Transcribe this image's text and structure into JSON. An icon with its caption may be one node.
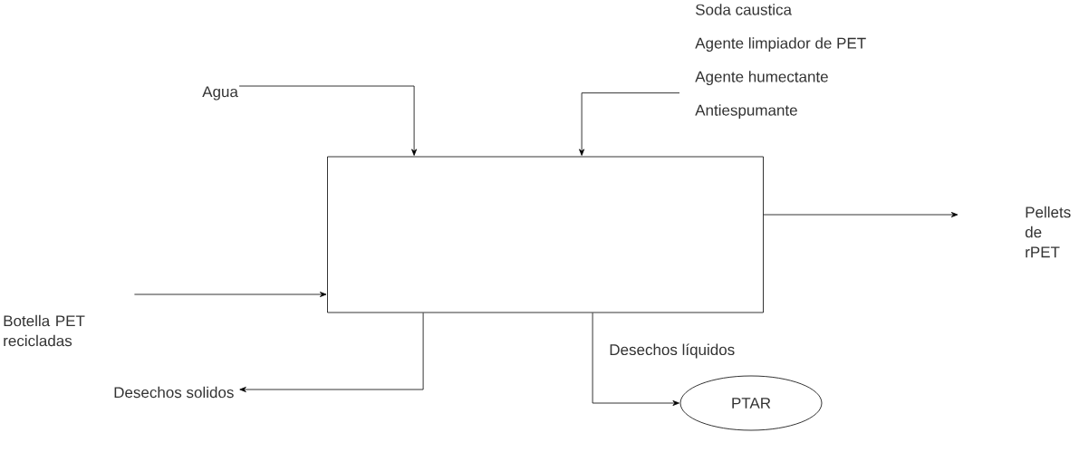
{
  "diagram": {
    "nodes": [
      {
        "text": [],
        "shape": "box"
      },
      {
        "text": [
          "Agua"
        ]
      },
      {
        "text": [
          "Soda caustica",
          "Agente limpiador de PET",
          "Agente humectante",
          "Antiespumante"
        ]
      },
      {
        "text": [
          "Pellets de rPET"
        ]
      },
      {
        "text": [
          "Botella PET recicladas"
        ]
      },
      {
        "text": [
          "Desechos solidos"
        ]
      },
      {
        "text": [
          "PTAR"
        ]
      }
    ],
    "edges": [
      {
        "from": 1,
        "to": 0,
        "arrow": "to"
      },
      {
        "from": 2,
        "to": 0,
        "arrow": "to"
      },
      {
        "from": 0,
        "to": 3,
        "arrow": "to"
      },
      {
        "from": 4,
        "to": 0,
        "arrow": "to"
      },
      {
        "from": 0,
        "to": 5,
        "arrow": "to"
      },
      {
        "from": 0,
        "to": 6,
        "arrow": "to",
        "label": "Desechos líquidos"
      }
    ]
  }
}
